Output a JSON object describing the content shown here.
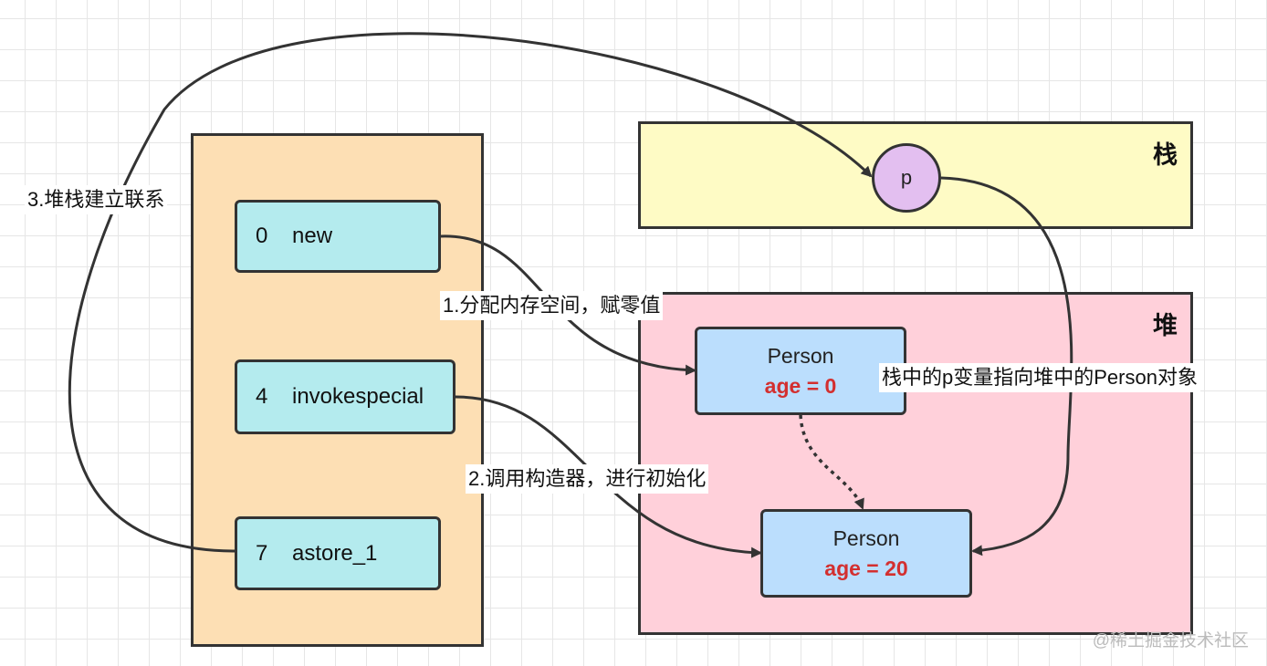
{
  "colors": {
    "ops_panel": "#fddfb4",
    "stack_panel": "#fefbc5",
    "heap_panel": "#ffd0da",
    "op_box": "#b4ebee",
    "object_box": "#bbdefd",
    "variable_circle": "#e3bff0",
    "field_text": "#d32f2f",
    "line": "#333333"
  },
  "stack": {
    "label": "栈"
  },
  "heap": {
    "label": "堆"
  },
  "bytecode": [
    {
      "index": "0",
      "op": "new"
    },
    {
      "index": "4",
      "op": "invokespecial"
    },
    {
      "index": "7",
      "op": "astore_1"
    }
  ],
  "variable": {
    "name": "p"
  },
  "objects": [
    {
      "class": "Person",
      "field": "age = 0"
    },
    {
      "class": "Person",
      "field": "age = 20"
    }
  ],
  "edge_labels": {
    "step1": "1.分配内存空间，赋零值",
    "step2": "2.调用构造器，进行初始化",
    "step3": "3.堆栈建立联系",
    "reference": "栈中的p变量指向堆中的Person对象"
  },
  "watermark": "@稀土掘金技术社区"
}
